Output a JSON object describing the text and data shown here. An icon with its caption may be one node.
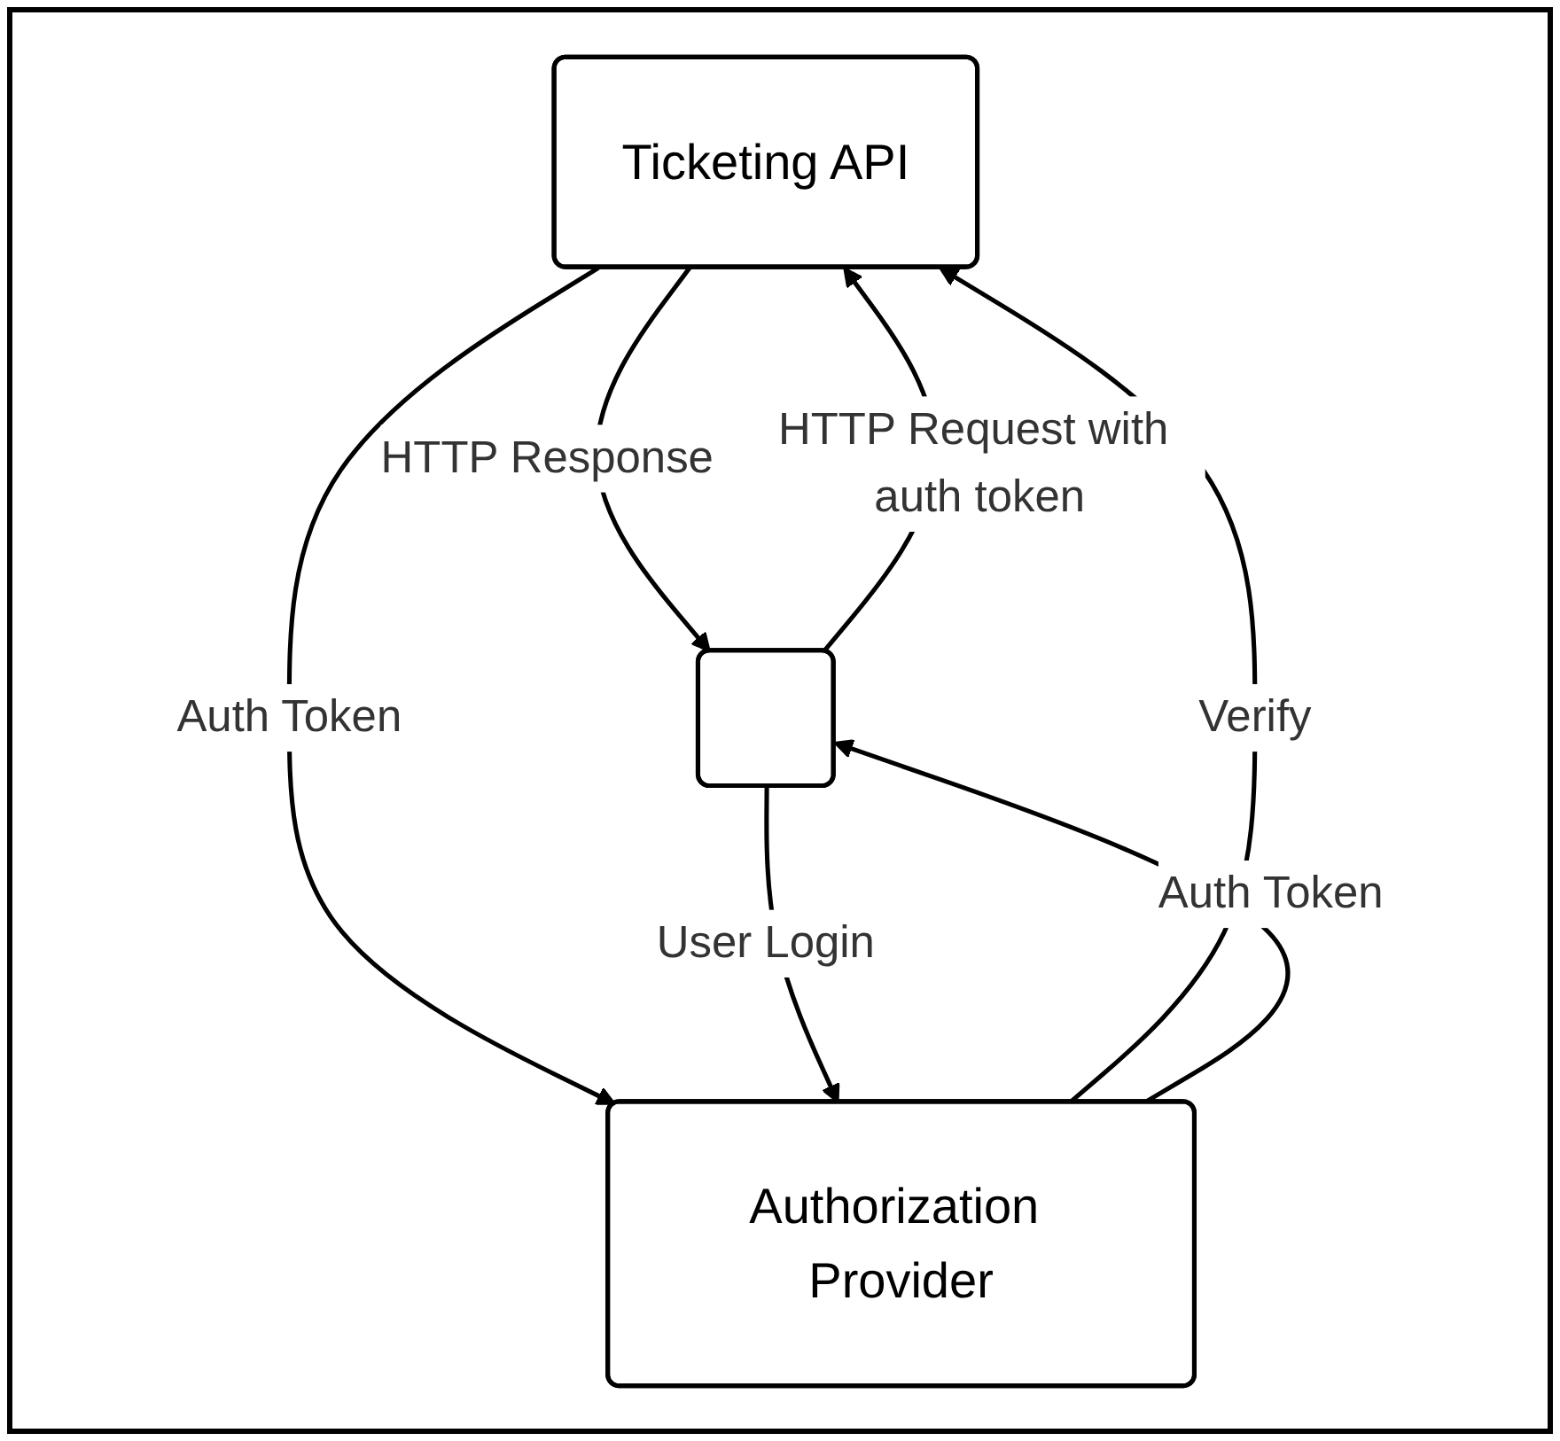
{
  "diagram": {
    "nodes": [
      {
        "text": [
          "Ticketing API"
        ]
      },
      {
        "text": [],
        "shape": "box"
      },
      {
        "text": [
          "Authorization Provider"
        ]
      }
    ],
    "edges": [
      {
        "from": 1,
        "to": 0,
        "arrow": "to",
        "label": "HTTP Request with auth token"
      },
      {
        "from": 0,
        "to": 1,
        "arrow": "to",
        "label": "HTTP Response"
      },
      {
        "from": 0,
        "to": 2,
        "arrow": "to",
        "label": "Auth Token"
      },
      {
        "from": 2,
        "to": 0,
        "arrow": "to",
        "label": "Verify"
      },
      {
        "from": 1,
        "to": 2,
        "arrow": "to",
        "label": "User Login"
      },
      {
        "from": 2,
        "to": 1,
        "arrow": "to",
        "label": "Auth Token"
      }
    ]
  }
}
